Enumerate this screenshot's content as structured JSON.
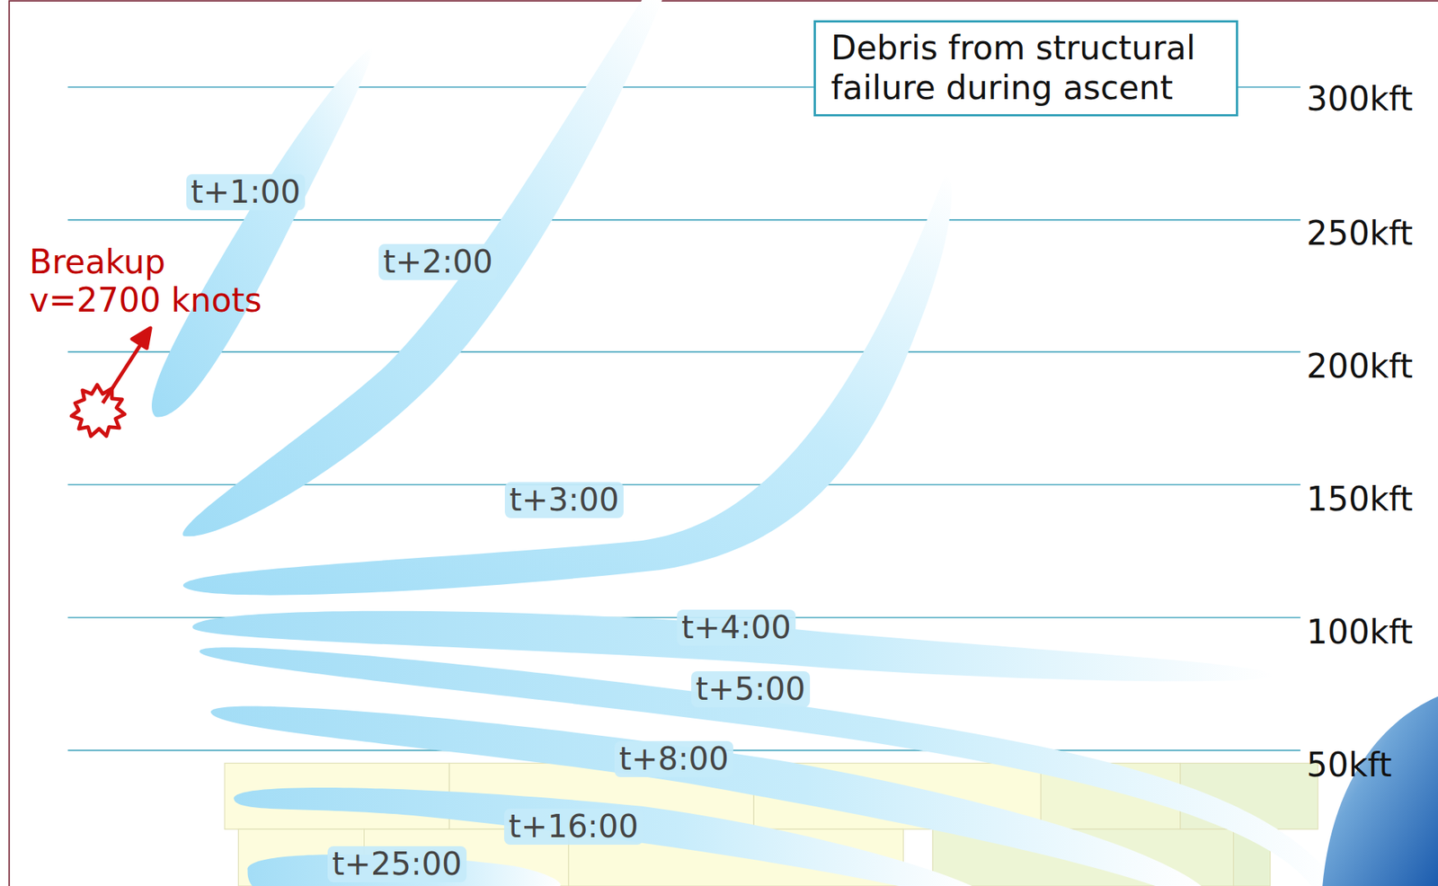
{
  "diagram": {
    "nodes": [
      {
        "text": [
          "Debris from structural failure during ascent"
        ]
      }
    ],
    "labels": [
      "Breakup v=2700 knots",
      "t+1:00",
      "t+2:00",
      "t+3:00",
      "t+4:00",
      "t+5:00",
      "t+8:00",
      "t+16:00",
      "t+25:00",
      "300kft",
      "250kft",
      "200kft",
      "150kft",
      "100kft",
      "50kft"
    ]
  }
}
